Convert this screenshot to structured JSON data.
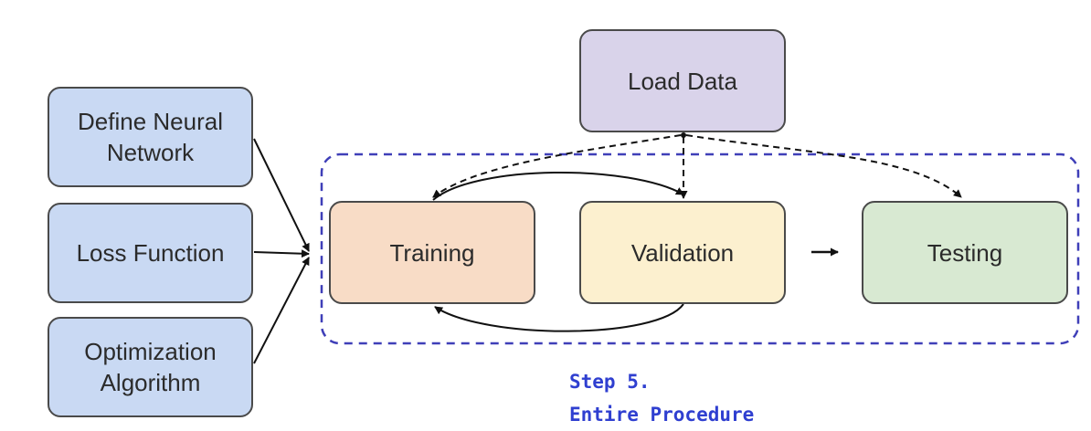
{
  "inputs": {
    "define_network": "Define Neural\nNetwork",
    "loss_function": "Loss Function",
    "optimization": "Optimization\nAlgorithm"
  },
  "load_data": "Load Data",
  "stages": {
    "training": "Training",
    "validation": "Validation",
    "testing": "Testing"
  },
  "caption": {
    "line1": "Step 5.",
    "line2": "Entire Procedure"
  },
  "colors": {
    "inputs_fill": "#c9d9f3",
    "load_data_fill": "#d9d3ea",
    "training_fill": "#f8dcc6",
    "validation_fill": "#fcf0cf",
    "testing_fill": "#d8e9d2",
    "procedure_border": "#3f3fb8",
    "caption_text": "#2f3fd0"
  }
}
